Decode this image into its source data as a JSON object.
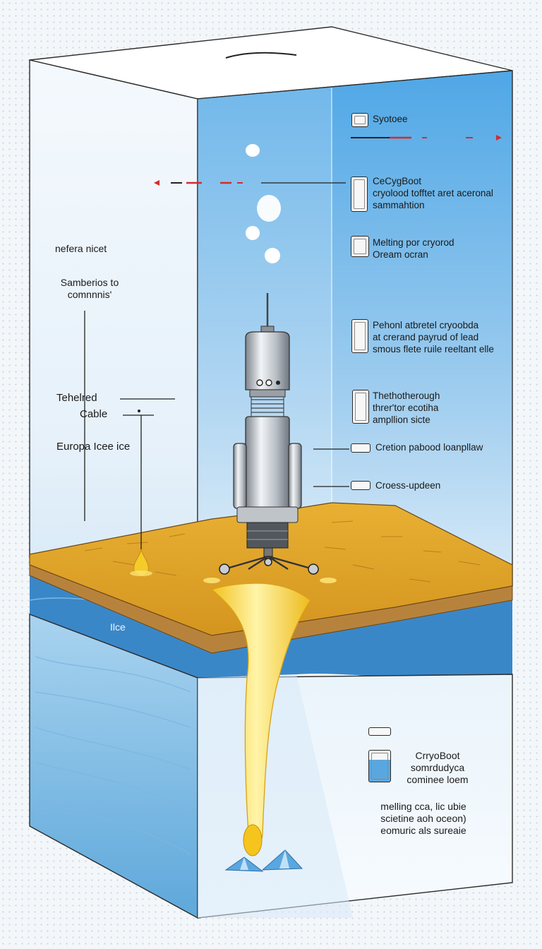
{
  "left_labels": {
    "top": "nefera nicet",
    "samples": [
      "Samberios to",
      "comnnnis'"
    ],
    "tethered": [
      "Tehelred",
      "Cable"
    ],
    "europa": "Europa  Icee  ice",
    "ice": "Ilce"
  },
  "right_labels": {
    "systoee": "Syotoee",
    "cryobot": [
      "CeCygBoot",
      "cryolood tofftet aret aceronal",
      "sammahtion"
    ],
    "melting": [
      "Melting por cryorod",
      "Oream ocran"
    ],
    "payload": [
      "Pehonl atbretel cryoobda",
      "at crerand payrud of lead",
      "smous flete ruile reeltant elle"
    ],
    "thorough": [
      "Thethotherough",
      "threr'tor ecotiha",
      "ampllion sicte"
    ],
    "cretion": "Cretion pabood loanpllaw",
    "cross": "Croess-updeen"
  },
  "bottom_labels": {
    "cryoboot": [
      "CrryoBoot",
      "somrdudyca",
      "cominee loem"
    ],
    "melling": [
      "melling cca, lic ubie",
      "scietine aoh oceon)",
      "eomuric als sureaie"
    ]
  },
  "colors": {
    "ice_blue": "#5fb3ea",
    "ocean": "#3a87c8",
    "crust": "#e3a72a",
    "meltwater": "#f7d23c",
    "marker_red": "#d62b2b"
  },
  "icons": [
    "device-icon",
    "panel-icon",
    "battery-icon"
  ]
}
